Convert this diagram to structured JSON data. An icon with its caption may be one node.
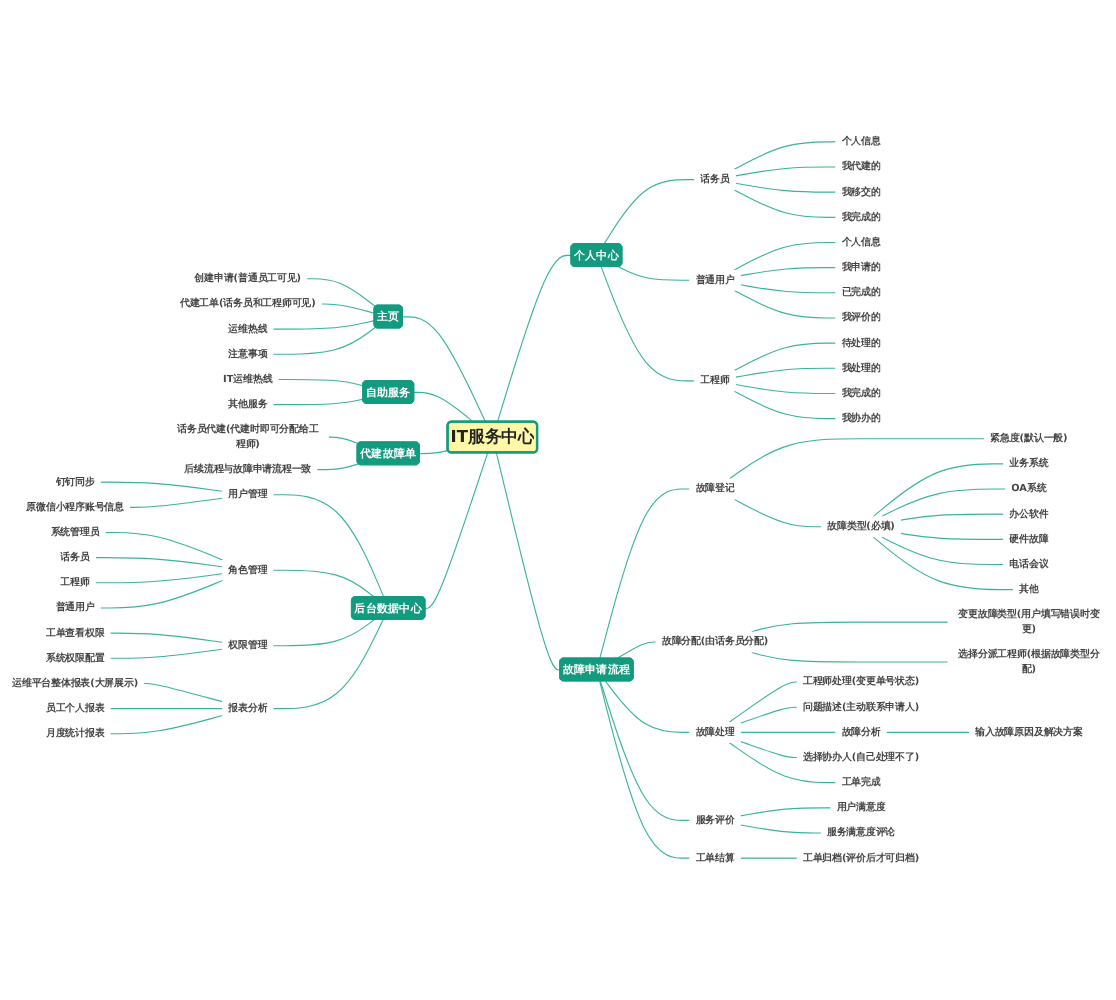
{
  "diagram": {
    "nodes": [
      {
        "text": [
          "IT服务中心"
        ]
      },
      {
        "text": [
          "主页"
        ]
      },
      {
        "text": [
          "创建申请(普通员工可见)"
        ]
      },
      {
        "text": [
          "代建工单(话务员和工程师可见)"
        ]
      },
      {
        "text": [
          "运维热线"
        ]
      },
      {
        "text": [
          "注意事项"
        ]
      },
      {
        "text": [
          "自助服务"
        ]
      },
      {
        "text": [
          "IT运维热线"
        ]
      },
      {
        "text": [
          "其他服务"
        ]
      },
      {
        "text": [
          "代建故障单"
        ]
      },
      {
        "text": [
          "话务员代建(代建时即可分配给工程师)"
        ]
      },
      {
        "text": [
          "后续流程与故障申请流程一致"
        ]
      },
      {
        "text": [
          "后台数据中心"
        ]
      },
      {
        "text": [
          "用户管理"
        ]
      },
      {
        "text": [
          "钉钉同步"
        ]
      },
      {
        "text": [
          "原微信小程序账号信息"
        ]
      },
      {
        "text": [
          "角色管理"
        ]
      },
      {
        "text": [
          "系统管理员"
        ]
      },
      {
        "text": [
          "话务员"
        ]
      },
      {
        "text": [
          "工程师"
        ]
      },
      {
        "text": [
          "普通用户"
        ]
      },
      {
        "text": [
          "权限管理"
        ]
      },
      {
        "text": [
          "工单查看权限"
        ]
      },
      {
        "text": [
          "系统权限配置"
        ]
      },
      {
        "text": [
          "报表分析"
        ]
      },
      {
        "text": [
          "运维平台整体报表(大屏展示)"
        ]
      },
      {
        "text": [
          "员工个人报表"
        ]
      },
      {
        "text": [
          "月度统计报表"
        ]
      },
      {
        "text": [
          "个人中心"
        ]
      },
      {
        "text": [
          "话务员"
        ]
      },
      {
        "text": [
          "个人信息"
        ]
      },
      {
        "text": [
          "我代建的"
        ]
      },
      {
        "text": [
          "我移交的"
        ]
      },
      {
        "text": [
          "我完成的"
        ]
      },
      {
        "text": [
          "普通用户"
        ]
      },
      {
        "text": [
          "个人信息"
        ]
      },
      {
        "text": [
          "我申请的"
        ]
      },
      {
        "text": [
          "已完成的"
        ]
      },
      {
        "text": [
          "我评价的"
        ]
      },
      {
        "text": [
          "工程师"
        ]
      },
      {
        "text": [
          "待处理的"
        ]
      },
      {
        "text": [
          "我处理的"
        ]
      },
      {
        "text": [
          "我完成的"
        ]
      },
      {
        "text": [
          "我协办的"
        ]
      },
      {
        "text": [
          "故障申请流程"
        ]
      },
      {
        "text": [
          "故障登记"
        ]
      },
      {
        "text": [
          "紧急度(默认一般)"
        ]
      },
      {
        "text": [
          "故障类型(必填)"
        ]
      },
      {
        "text": [
          "业务系统"
        ]
      },
      {
        "text": [
          "OA系统"
        ]
      },
      {
        "text": [
          "办公软件"
        ]
      },
      {
        "text": [
          "硬件故障"
        ]
      },
      {
        "text": [
          "电话会议"
        ]
      },
      {
        "text": [
          "其他"
        ]
      },
      {
        "text": [
          "故障分配(由话务员分配)"
        ]
      },
      {
        "text": [
          "变更故障类型(用户填写错误时变更)"
        ]
      },
      {
        "text": [
          "选择分派工程师(根据故障类型分配)"
        ]
      },
      {
        "text": [
          "故障处理"
        ]
      },
      {
        "text": [
          "工程师处理(变更单号状态)"
        ]
      },
      {
        "text": [
          "问题描述(主动联系申请人)"
        ]
      },
      {
        "text": [
          "故障分析"
        ]
      },
      {
        "text": [
          "输入故障原因及解决方案"
        ]
      },
      {
        "text": [
          "选择协办人(自己处理不了)"
        ]
      },
      {
        "text": [
          "工单完成"
        ]
      },
      {
        "text": [
          "服务评价"
        ]
      },
      {
        "text": [
          "用户满意度"
        ]
      },
      {
        "text": [
          "服务满意度评论"
        ]
      },
      {
        "text": [
          "工单结算"
        ]
      },
      {
        "text": [
          "工单归档(评价后才可归档)"
        ]
      }
    ],
    "edges": [
      {
        "from": 0,
        "to": 1,
        "arrow": "none"
      },
      {
        "from": 1,
        "to": 2,
        "arrow": "none"
      },
      {
        "from": 1,
        "to": 3,
        "arrow": "none"
      },
      {
        "from": 1,
        "to": 4,
        "arrow": "none"
      },
      {
        "from": 1,
        "to": 5,
        "arrow": "none"
      },
      {
        "from": 0,
        "to": 6,
        "arrow": "none"
      },
      {
        "from": 6,
        "to": 7,
        "arrow": "none"
      },
      {
        "from": 6,
        "to": 8,
        "arrow": "none"
      },
      {
        "from": 0,
        "to": 9,
        "arrow": "none"
      },
      {
        "from": 9,
        "to": 10,
        "arrow": "none"
      },
      {
        "from": 9,
        "to": 11,
        "arrow": "none"
      },
      {
        "from": 0,
        "to": 12,
        "arrow": "none"
      },
      {
        "from": 12,
        "to": 13,
        "arrow": "none"
      },
      {
        "from": 13,
        "to": 14,
        "arrow": "none"
      },
      {
        "from": 13,
        "to": 15,
        "arrow": "none"
      },
      {
        "from": 12,
        "to": 16,
        "arrow": "none"
      },
      {
        "from": 16,
        "to": 17,
        "arrow": "none"
      },
      {
        "from": 16,
        "to": 18,
        "arrow": "none"
      },
      {
        "from": 16,
        "to": 19,
        "arrow": "none"
      },
      {
        "from": 16,
        "to": 20,
        "arrow": "none"
      },
      {
        "from": 12,
        "to": 21,
        "arrow": "none"
      },
      {
        "from": 21,
        "to": 22,
        "arrow": "none"
      },
      {
        "from": 21,
        "to": 23,
        "arrow": "none"
      },
      {
        "from": 12,
        "to": 24,
        "arrow": "none"
      },
      {
        "from": 24,
        "to": 25,
        "arrow": "none"
      },
      {
        "from": 24,
        "to": 26,
        "arrow": "none"
      },
      {
        "from": 24,
        "to": 27,
        "arrow": "none"
      },
      {
        "from": 0,
        "to": 28,
        "arrow": "none"
      },
      {
        "from": 28,
        "to": 29,
        "arrow": "none"
      },
      {
        "from": 29,
        "to": 30,
        "arrow": "none"
      },
      {
        "from": 29,
        "to": 31,
        "arrow": "none"
      },
      {
        "from": 29,
        "to": 32,
        "arrow": "none"
      },
      {
        "from": 29,
        "to": 33,
        "arrow": "none"
      },
      {
        "from": 28,
        "to": 34,
        "arrow": "none"
      },
      {
        "from": 34,
        "to": 35,
        "arrow": "none"
      },
      {
        "from": 34,
        "to": 36,
        "arrow": "none"
      },
      {
        "from": 34,
        "to": 37,
        "arrow": "none"
      },
      {
        "from": 34,
        "to": 38,
        "arrow": "none"
      },
      {
        "from": 28,
        "to": 39,
        "arrow": "none"
      },
      {
        "from": 39,
        "to": 40,
        "arrow": "none"
      },
      {
        "from": 39,
        "to": 41,
        "arrow": "none"
      },
      {
        "from": 39,
        "to": 42,
        "arrow": "none"
      },
      {
        "from": 39,
        "to": 43,
        "arrow": "none"
      },
      {
        "from": 0,
        "to": 44,
        "arrow": "none"
      },
      {
        "from": 44,
        "to": 45,
        "arrow": "none"
      },
      {
        "from": 45,
        "to": 46,
        "arrow": "none"
      },
      {
        "from": 45,
        "to": 47,
        "arrow": "none"
      },
      {
        "from": 47,
        "to": 48,
        "arrow": "none"
      },
      {
        "from": 47,
        "to": 49,
        "arrow": "none"
      },
      {
        "from": 47,
        "to": 50,
        "arrow": "none"
      },
      {
        "from": 47,
        "to": 51,
        "arrow": "none"
      },
      {
        "from": 47,
        "to": 52,
        "arrow": "none"
      },
      {
        "from": 47,
        "to": 53,
        "arrow": "none"
      },
      {
        "from": 44,
        "to": 54,
        "arrow": "none"
      },
      {
        "from": 54,
        "to": 55,
        "arrow": "none"
      },
      {
        "from": 54,
        "to": 56,
        "arrow": "none"
      },
      {
        "from": 44,
        "to": 57,
        "arrow": "none"
      },
      {
        "from": 57,
        "to": 58,
        "arrow": "none"
      },
      {
        "from": 57,
        "to": 59,
        "arrow": "none"
      },
      {
        "from": 57,
        "to": 60,
        "arrow": "none"
      },
      {
        "from": 60,
        "to": 61,
        "arrow": "none"
      },
      {
        "from": 57,
        "to": 62,
        "arrow": "none"
      },
      {
        "from": 57,
        "to": 63,
        "arrow": "none"
      },
      {
        "from": 44,
        "to": 64,
        "arrow": "none"
      },
      {
        "from": 64,
        "to": 65,
        "arrow": "none"
      },
      {
        "from": 64,
        "to": 66,
        "arrow": "none"
      },
      {
        "from": 44,
        "to": 67,
        "arrow": "none"
      },
      {
        "from": 67,
        "to": 68,
        "arrow": "none"
      }
    ]
  }
}
